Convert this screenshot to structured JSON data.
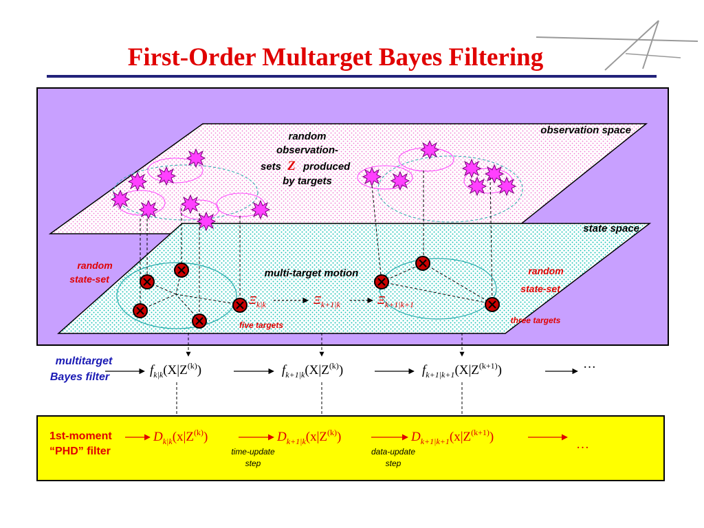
{
  "title": "First-Order Multarget Bayes Filtering",
  "colors": {
    "title": "#e00000",
    "panel_bg": "#c8a0ff",
    "phd_bg": "#ffff00",
    "star": "#ff40ff",
    "target_fill": "#cc0000"
  },
  "observation_plane": {
    "label": "observation space",
    "caption_lines": [
      "random",
      "observation-",
      "sets",
      "Z",
      "produced",
      "by targets"
    ]
  },
  "state_plane": {
    "label": "state space",
    "motion_label": "multi-target motion",
    "left_random_set": [
      "random",
      "state-set"
    ],
    "right_random_set": [
      "random",
      "state-set"
    ],
    "five_targets": "five targets",
    "three_targets": "three targets",
    "xi_symbol": "Ξ",
    "xi_subs": [
      "k|k",
      "k+1|k",
      "k+1|k+1"
    ]
  },
  "bayes_filter": {
    "label_lines": [
      "multitarget",
      "Bayes filter"
    ],
    "f1": {
      "f": "f",
      "sub": "k|k",
      "args": "(X|Z",
      "sup": "(k)",
      "close": ")"
    },
    "f2": {
      "f": "f",
      "sub": "k+1|k",
      "args": "(X|Z",
      "sup": "(k)",
      "close": ")"
    },
    "f3": {
      "f": "f",
      "sub": "k+1|k+1",
      "args": "(X|Z",
      "sup": "(k+1)",
      "close": ")"
    },
    "ellipsis": "···"
  },
  "phd_filter": {
    "label_lines": [
      "1st-moment",
      "“PHD” filter"
    ],
    "d1": {
      "d": "D",
      "sub": "k|k",
      "args": "(x|Z",
      "sup": "(k)",
      "close": ")"
    },
    "d2": {
      "d": "D",
      "sub": "k+1|k",
      "args": "(x|Z",
      "sup": "(k)",
      "close": ")"
    },
    "d3": {
      "d": "D",
      "sub": "k+1|k+1",
      "args": "(x|Z",
      "sup": "(k+1)",
      "close": ")"
    },
    "ellipsis": "…",
    "time_update": [
      "time-update",
      "step"
    ],
    "data_update": [
      "data-update",
      "step"
    ]
  },
  "icons": [
    "logo-icon",
    "star-icon",
    "target-icon"
  ]
}
